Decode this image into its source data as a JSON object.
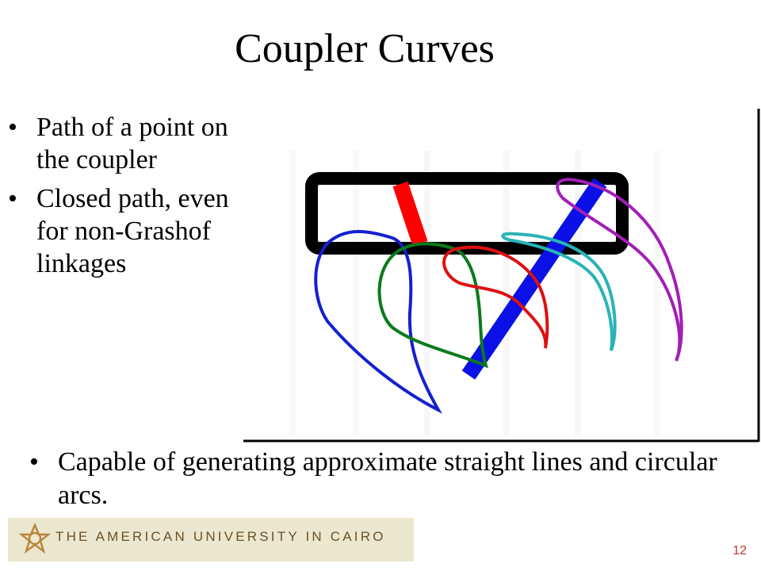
{
  "slide": {
    "title": "Coupler Curves",
    "bullets": [
      "Path of a point on the coupler",
      "Closed path, even for non-Grashof linkages"
    ],
    "bottom_bullet": "Capable of generating approximate straight lines and circular arcs.",
    "page_number": "12"
  },
  "footer": {
    "university": "THE AMERICAN UNIVERSITY IN CAIRO",
    "logo_icon": "star-knot-logo-icon"
  },
  "colors": {
    "frame": "#000000",
    "red": "#ff0000",
    "blue": "#0a10e6",
    "green": "#0b7a1c",
    "cyan": "#29b3b8",
    "purple": "#a21fb7",
    "footer_band": "#ece7cf",
    "footer_text": "#6b5326",
    "page_number": "#c0392b"
  }
}
